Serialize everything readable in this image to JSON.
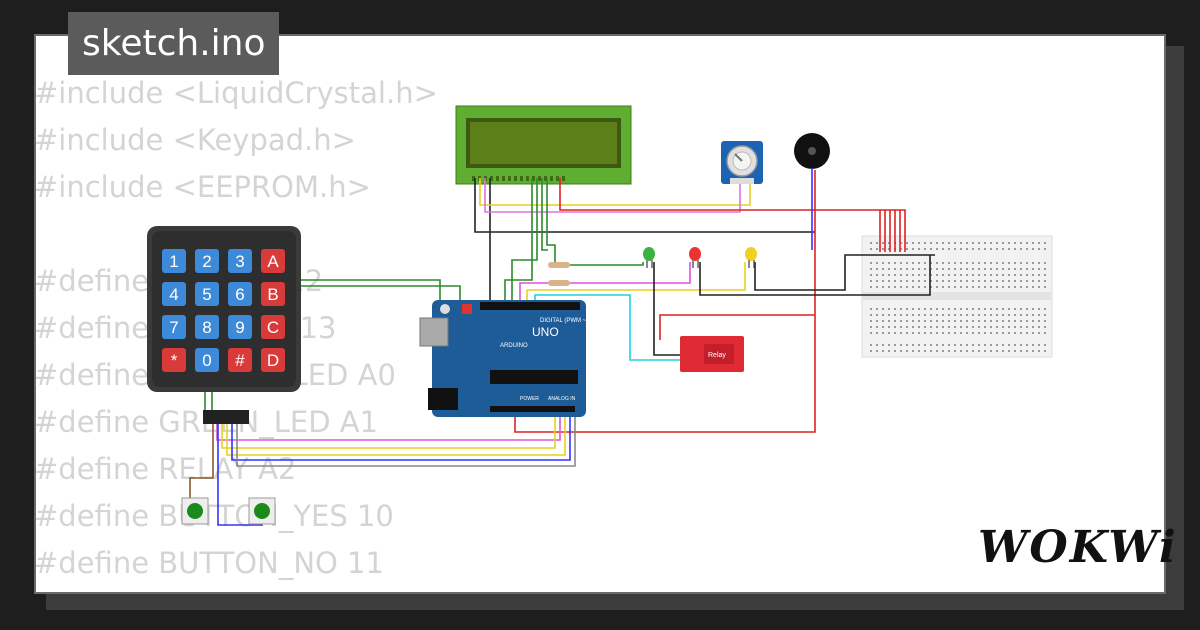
{
  "title": "sketch.ino",
  "code_lines": [
    "#include <LiquidCrystal.h>",
    "#include <Keypad.h>",
    "#include <EEPROM.h>",
    "",
    "#define BUZZER 12",
    "#define RED_LED 13",
    "#define YELLOW_LED A0",
    "#define GREEN_LED A1",
    "#define RELAY A2",
    "#define BUTTON_YES 10",
    "#define BUTTON_NO 11"
  ],
  "keypad": {
    "keys": [
      "1",
      "2",
      "3",
      "A",
      "4",
      "5",
      "6",
      "B",
      "7",
      "8",
      "9",
      "C",
      "*",
      "0",
      "#",
      "D"
    ]
  },
  "arduino": {
    "model": "UNO",
    "brand": "ARDUINO",
    "digital_label": "DIGITAL (PWM ~)",
    "power_label": "POWER",
    "analog_label": "ANALOG IN"
  },
  "relay_label": "Relay",
  "logo": "WOKWi",
  "colors": {
    "background": "#1e1e1e",
    "card": "#ffffff",
    "title_tab": "#5b5b5b",
    "code_text": "#d4d4d4",
    "lcd_green": "#5fae32",
    "arduino_blue": "#1e5c98",
    "keypad_body": "#3a3a3a",
    "key_blue": "#3c8ad8",
    "key_red": "#d93a3a",
    "relay_red": "#e02a34"
  },
  "icons": [
    "lcd-display",
    "potentiometer-icon",
    "buzzer-icon",
    "led-green",
    "led-red",
    "led-yellow",
    "pushbutton-icon",
    "breadboard"
  ]
}
